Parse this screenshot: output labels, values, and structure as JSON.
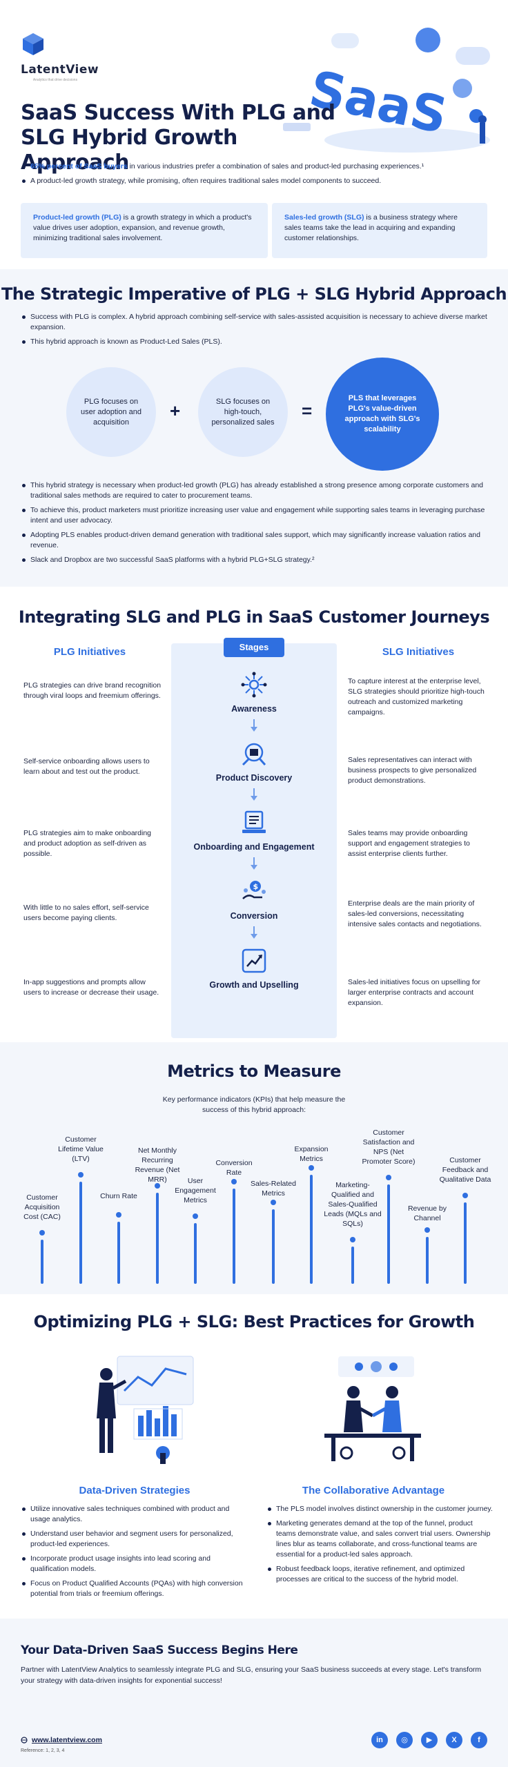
{
  "header": {
    "logo_text": "LatentView",
    "logo_tagline": "Analytics that drive decisions",
    "hero_art_text": "SaaS",
    "title": "SaaS Success With PLG and SLG Hybrid Growth Approach",
    "bullet_1_highlight": "65% percent of SaaS buyers",
    "bullet_1_rest": " in various industries prefer a combination of sales and product-led purchasing experiences.¹",
    "bullet_2": "A product-led growth strategy, while promising, often requires traditional sales model components to succeed.",
    "plg_term": "Product-led growth (PLG)",
    "plg_def": " is a growth strategy in which a product's value drives user adoption, expansion, and revenue growth, minimizing traditional sales involvement.",
    "slg_term": "Sales-led growth (SLG)",
    "slg_def": " is a business strategy where sales teams take the lead in acquiring and expanding customer relationships."
  },
  "imperative": {
    "title": "The Strategic Imperative of PLG + SLG Hybrid Approach",
    "intro_1": "Success with PLG is complex. A hybrid approach combining self-service with sales-assisted acquisition is necessary to achieve diverse market expansion.",
    "intro_2": "This hybrid approach is known as Product-Led Sales (PLS).",
    "circle_plg": "PLG focuses on user adoption and acquisition",
    "plus": "+",
    "circle_slg": "SLG focuses on high-touch, personalized sales",
    "equals": "=",
    "circle_pls": "PLS that leverages PLG's value-driven approach with SLG's scalability",
    "points": [
      "This hybrid strategy is necessary when product-led growth (PLG) has already established a strong presence among corporate customers and traditional sales methods are required to cater to procurement teams.",
      "To achieve this, product marketers must prioritize increasing user value and engagement while supporting sales teams in leveraging purchase intent and user advocacy.",
      "Adopting PLS enables product-driven demand generation with traditional sales support, which may significantly increase valuation ratios and revenue.",
      "Slack and Dropbox are two successful SaaS platforms with a hybrid PLG+SLG strategy.²"
    ]
  },
  "journeys": {
    "title": "Integrating SLG and PLG in SaaS Customer Journeys",
    "plg_heading": "PLG Initiatives",
    "stages_heading": "Stages",
    "slg_heading": "SLG Initiatives",
    "stages": [
      {
        "name": "Awareness",
        "plg": "PLG strategies can drive brand recognition through viral loops and freemium offerings.",
        "slg": "To capture interest at the enterprise level, SLG strategies should prioritize high-touch outreach and customized marketing campaigns."
      },
      {
        "name": "Product Discovery",
        "plg": "Self-service onboarding allows users to learn about and test out the product.",
        "slg": "Sales representatives can interact with business prospects to give personalized product demonstrations."
      },
      {
        "name": "Onboarding and Engagement",
        "plg": "PLG strategies aim to make onboarding and product adoption as self-driven as possible.",
        "slg": "Sales teams may provide onboarding support and engagement strategies to assist enterprise clients further."
      },
      {
        "name": "Conversion",
        "plg": "With little to no sales effort, self-service users become paying clients.",
        "slg": "Enterprise deals are the main priority of sales-led conversions, necessitating intensive sales contacts and negotiations."
      },
      {
        "name": "Growth and Upselling",
        "plg": "In-app suggestions and prompts allow users to increase or decrease their usage.",
        "slg": "Sales-led initiatives focus on upselling for larger enterprise contracts and account expansion."
      }
    ]
  },
  "metrics": {
    "title": "Metrics to Measure",
    "subtitle": "Key performance indicators (KPIs) that help measure the success of this hybrid approach:",
    "items": [
      "Customer Acquisition Cost (CAC)",
      "Customer Lifetime Value (LTV)",
      "Churn Rate",
      "Net Monthly Recurring Revenue (Net MRR)",
      "User Engagement Metrics",
      "Conversion Rate",
      "Sales-Related Metrics",
      "Expansion Metrics",
      "Marketing-Qualified and Sales-Qualified Leads (MQLs and SQLs)",
      "Customer Satisfaction and NPS (Net Promoter Score)",
      "Revenue by Channel",
      "Customer Feedback and Qualitative Data"
    ]
  },
  "practices": {
    "title": "Optimizing PLG + SLG: Best Practices for Growth",
    "left_heading": "Data-Driven Strategies",
    "left_points": [
      "Utilize innovative sales techniques combined with product and usage analytics.",
      "Understand user behavior and segment users for personalized, product-led experiences.",
      "Incorporate product usage insights into lead scoring and qualification models.",
      "Focus on Product Qualified Accounts (PQAs) with high conversion potential from trials or freemium offerings."
    ],
    "right_heading": "The Collaborative Advantage",
    "right_points": [
      "The PLS model involves distinct ownership in the customer journey.",
      "Marketing generates demand at the top of the funnel, product teams demonstrate value, and sales convert trial users. Ownership lines blur as teams collaborate, and cross-functional teams are essential for a product-led sales approach.",
      "Robust feedback loops, iterative refinement, and optimized processes are critical to the success of the hybrid model."
    ]
  },
  "footer": {
    "cta_title": "Your Data-Driven SaaS Success Begins Here",
    "cta_body": "Partner with LatentView Analytics to seamlessly integrate PLG and SLG, ensuring your SaaS business succeeds at every stage. Let's transform your strategy with data-driven insights for exponential success!",
    "website": "www.latentview.com",
    "references": "Reference: 1, 2, 3, 4",
    "social": [
      "in",
      "◎",
      "▶",
      "X",
      "f"
    ]
  },
  "colors": {
    "accent": "#2f6fe0",
    "navy": "#14204a",
    "light_bg": "#f3f6fb",
    "panel": "#e8f0fc"
  }
}
